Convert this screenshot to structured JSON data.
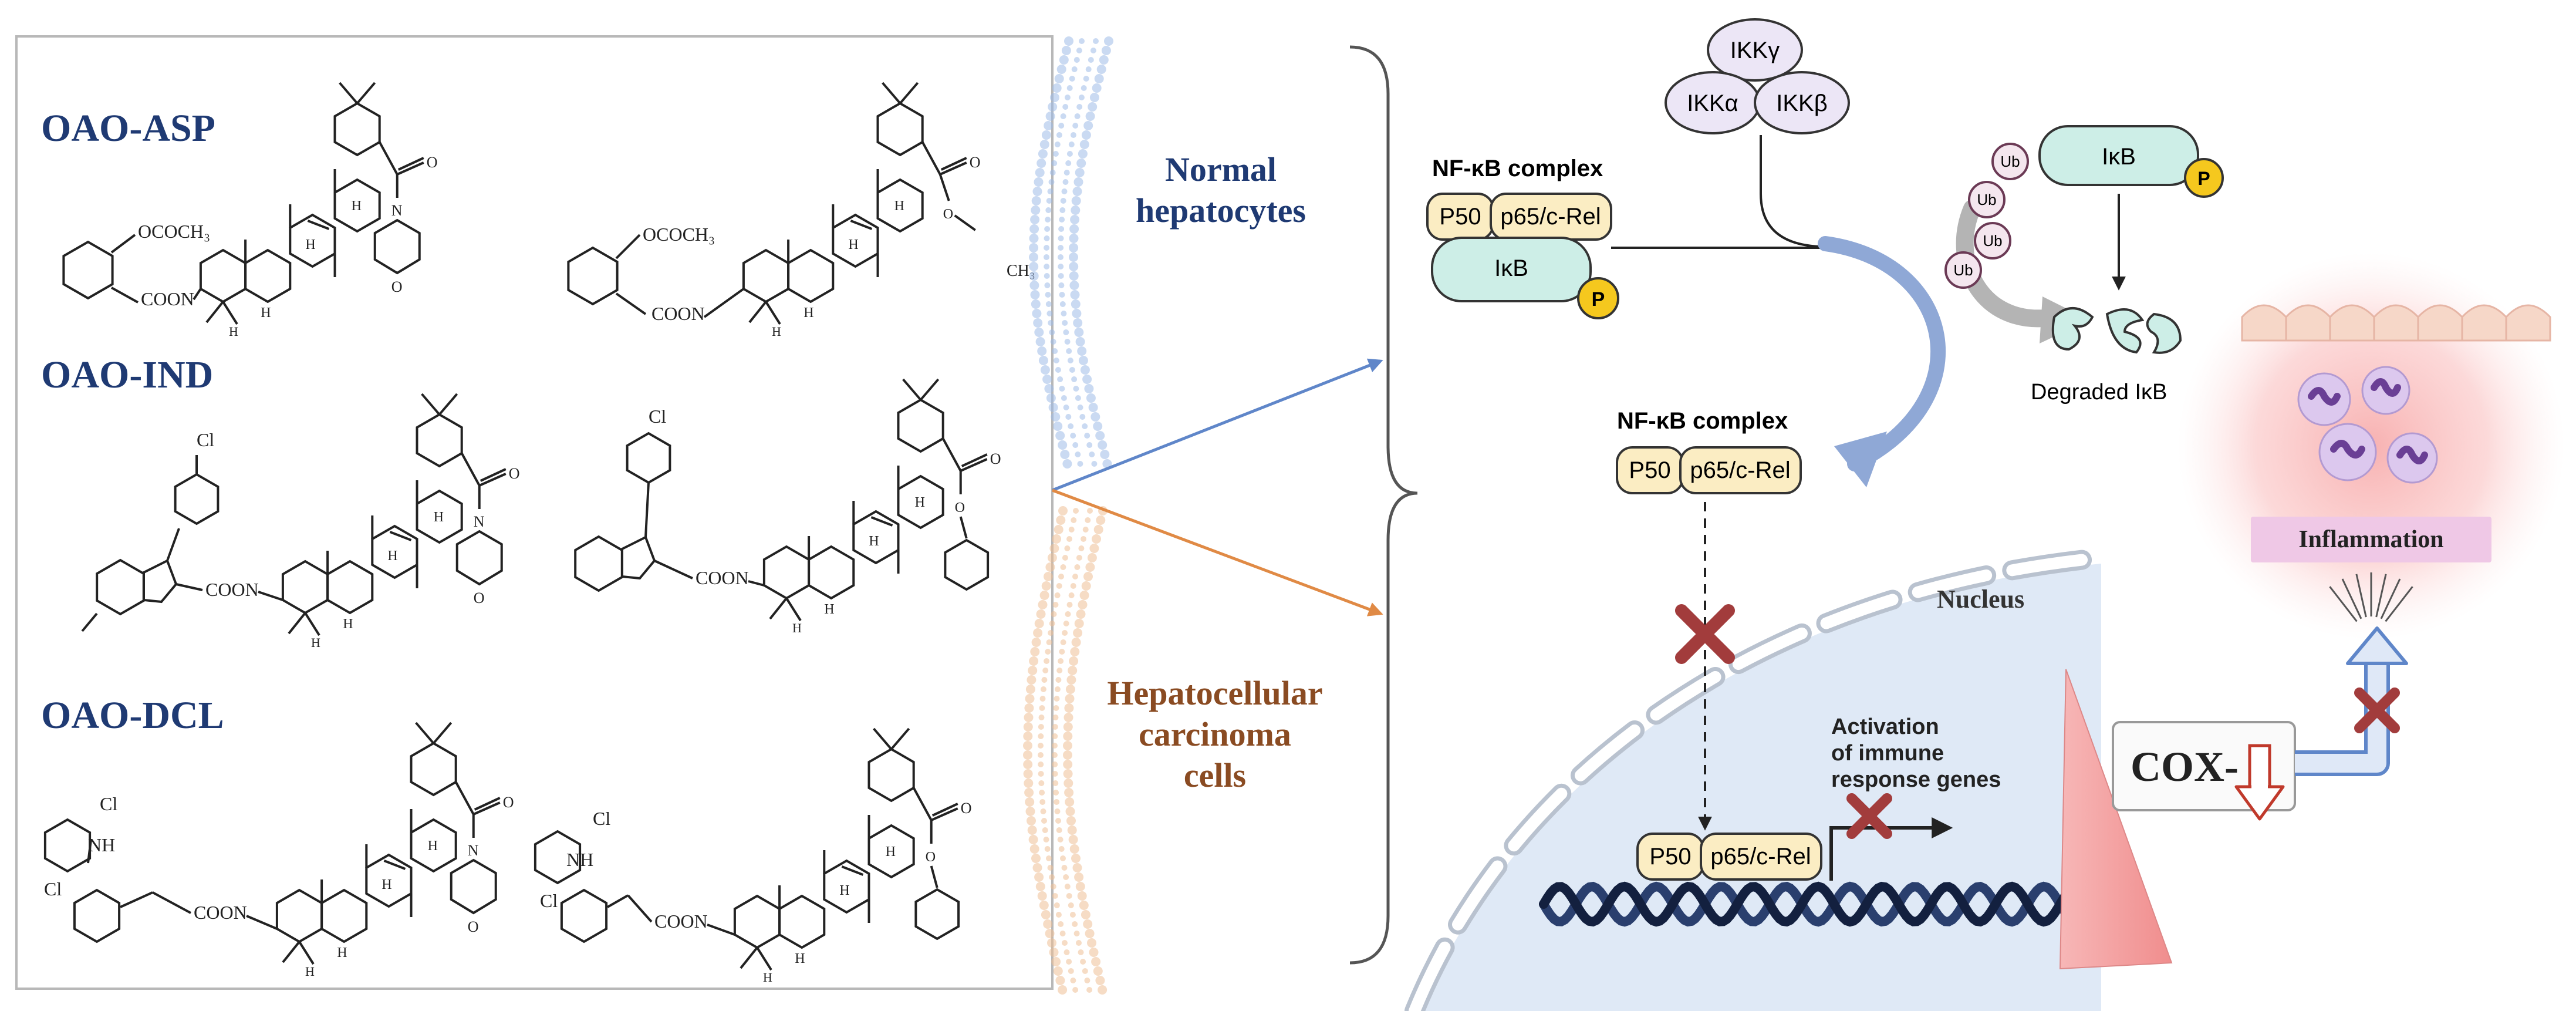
{
  "compounds": {
    "asp": {
      "label": "OAO-ASP",
      "left_sub1": "OCOCH₃",
      "left_sub2": "COON",
      "right_sub1": "OCOCH₃",
      "right_sub2": "COON",
      "ester_sub": "CH₃"
    },
    "ind": {
      "label": "OAO-IND",
      "cl": "Cl",
      "left_link": "COON",
      "right_link": "COON"
    },
    "dcl": {
      "label": "OAO-DCL",
      "cl": "Cl",
      "nh": "NH",
      "left_link": "COON",
      "right_link": "COON"
    },
    "atoms": {
      "H": "H",
      "O": "O",
      "N": "N"
    }
  },
  "cells": {
    "normal": [
      "Normal",
      "hepatocytes"
    ],
    "cancer": [
      "Hepatocellular",
      "carcinoma",
      "cells"
    ]
  },
  "pathway": {
    "ikk": {
      "gamma": "IKKγ",
      "alpha": "IKKα",
      "beta": "IKKβ"
    },
    "complex_title": "NF-κB complex",
    "p50": "P50",
    "p65": "p65/c-Rel",
    "ikb": "IκB",
    "phospho": "P",
    "ub": "Ub",
    "degraded": "Degraded IκB",
    "nucleus": "Nucleus",
    "activation": [
      "Activation",
      "of immune",
      "response genes"
    ],
    "cox": "COX-",
    "inflammation": "Inflammation"
  },
  "colors": {
    "compound_label": "#1f3a73",
    "normal_text": "#1f3a73",
    "cancer_text": "#8a4b22",
    "nfkb_fill": "#fbedc3",
    "ikb_fill": "#cdeee7",
    "ikk_fill": "#ece6f6",
    "p_fill": "#f5c81e",
    "nucleus_fill": "#dfe9f6",
    "cross": "#a23c3c",
    "arrow_blue": "#8fa8d6",
    "arrow_orange": "#e69a55"
  }
}
